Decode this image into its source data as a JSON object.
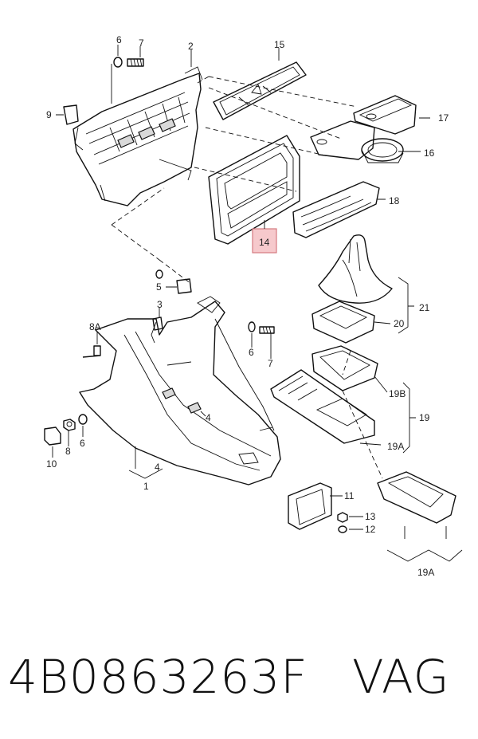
{
  "callouts": {
    "c6_top": "6",
    "c7_top": "7",
    "c2": "2",
    "c15": "15",
    "c9": "9",
    "c17": "17",
    "c16": "16",
    "c18": "18",
    "c14": "14",
    "c5": "5",
    "c3": "3",
    "c8A": "8A",
    "c6_mid": "6",
    "c7_mid": "7",
    "c21": "21",
    "c20": "20",
    "c19B": "19B",
    "c19": "19",
    "c19A_mid": "19A",
    "c4_mid": "4",
    "c10": "10",
    "c8": "8",
    "c6_low": "6",
    "c4_low": "4",
    "c1": "1",
    "c11": "11",
    "c13": "13",
    "c12": "12",
    "c19A_bottom": "19A"
  },
  "footer": {
    "part_number": "4B0863263F",
    "brand": "VAG"
  },
  "colors": {
    "highlight_fill": "#f6c9cc",
    "highlight_border": "#d47a80"
  }
}
